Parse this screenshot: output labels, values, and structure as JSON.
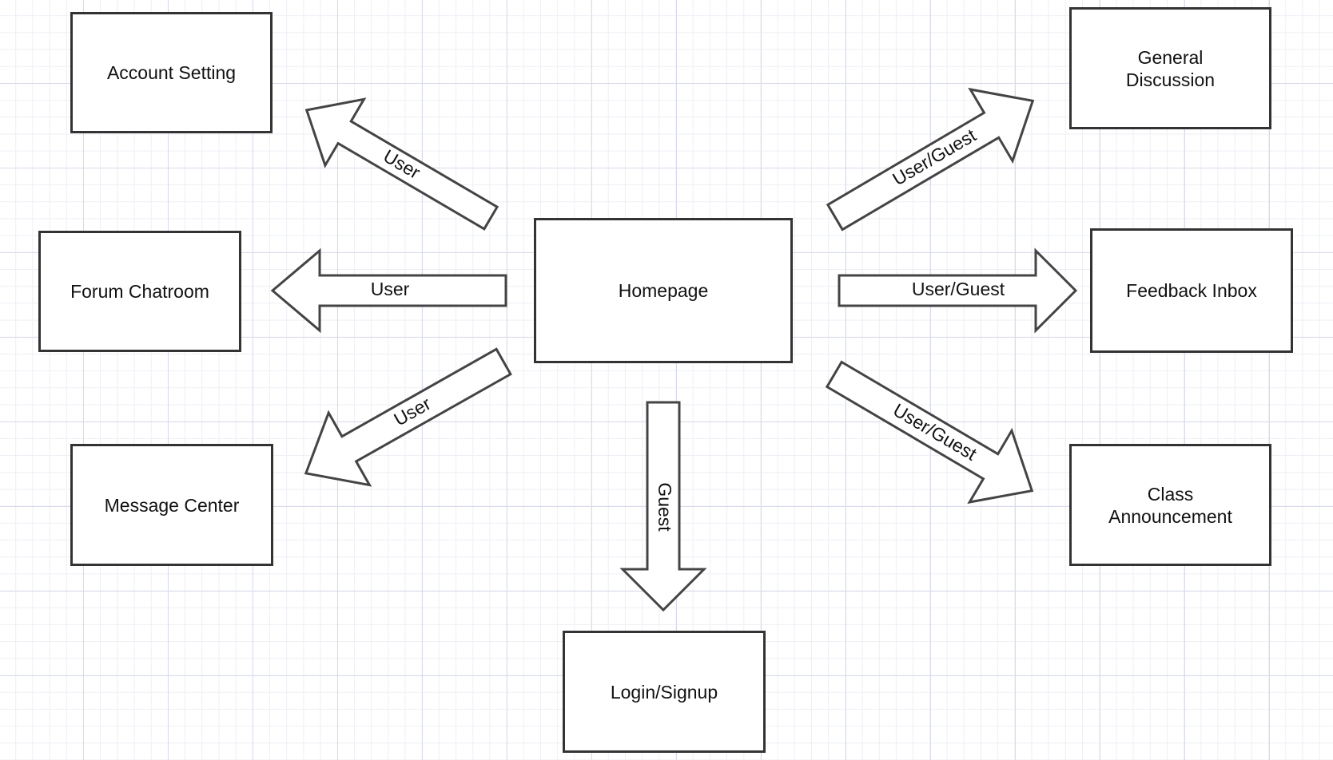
{
  "nodes": {
    "homepage": "Homepage",
    "account_setting": "Account Setting",
    "forum_chatroom": "Forum Chatroom",
    "message_center": "Message Center",
    "general_discussion": "General\nDiscussion",
    "feedback_inbox": "Feedback Inbox",
    "class_announcement": "Class\nAnnouncement",
    "login_signup": "Login/Signup"
  },
  "edges": {
    "to_account_setting": "User",
    "to_forum_chatroom": "User",
    "to_message_center": "User",
    "to_general_discussion": "User/Guest",
    "to_feedback_inbox": "User/Guest",
    "to_class_announcement": "User/Guest",
    "to_login_signup": "Guest"
  }
}
